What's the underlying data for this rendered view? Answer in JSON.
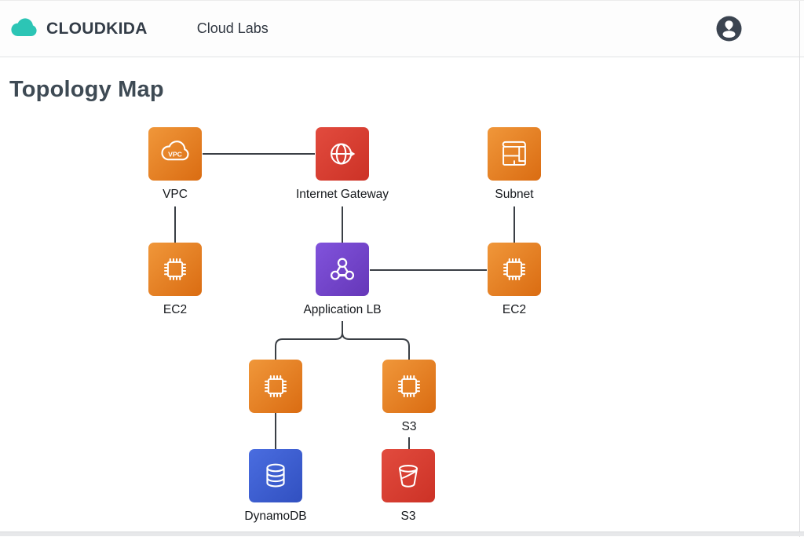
{
  "header": {
    "brand": "CLOUDKIDA",
    "nav_label": "Cloud Labs",
    "logo_color": "#2cc5b5",
    "avatar_color": "#3b4450"
  },
  "page": {
    "title": "Topology Map"
  },
  "theme": {
    "orange": "#e0761d",
    "red": "#d63a2e",
    "purple": "#7446c8",
    "blue": "#3b5ccc",
    "connector": "#3a3f45"
  },
  "diagram": {
    "vpc_icon_text": "VPC",
    "nodes": [
      {
        "id": "vpc",
        "label": "VPC",
        "icon": "vpc-cloud",
        "color": "orange"
      },
      {
        "id": "internet-gateway",
        "label": "Internet Gateway",
        "icon": "globe-arrow",
        "color": "red"
      },
      {
        "id": "subnet",
        "label": "Subnet",
        "icon": "subnet-grid",
        "color": "orange"
      },
      {
        "id": "ec2-left",
        "label": "EC2",
        "icon": "chip",
        "color": "orange"
      },
      {
        "id": "application-lb",
        "label": "Application LB",
        "icon": "network-nodes",
        "color": "purple"
      },
      {
        "id": "ec2-right",
        "label": "EC2",
        "icon": "chip",
        "color": "orange"
      },
      {
        "id": "ec2-mid",
        "label": "",
        "icon": "chip",
        "color": "orange"
      },
      {
        "id": "s3-instance",
        "label": "S3",
        "icon": "chip",
        "color": "orange"
      },
      {
        "id": "dynamodb",
        "label": "DynamoDB",
        "icon": "database",
        "color": "blue"
      },
      {
        "id": "s3-bucket",
        "label": "S3",
        "icon": "bucket",
        "color": "red"
      }
    ],
    "edges": [
      {
        "from": "vpc",
        "to": "internet-gateway"
      },
      {
        "from": "vpc",
        "to": "ec2-left"
      },
      {
        "from": "internet-gateway",
        "to": "application-lb"
      },
      {
        "from": "subnet",
        "to": "ec2-right"
      },
      {
        "from": "application-lb",
        "to": "ec2-right"
      },
      {
        "from": "application-lb",
        "to": "ec2-mid"
      },
      {
        "from": "application-lb",
        "to": "s3-instance"
      },
      {
        "from": "ec2-mid",
        "to": "dynamodb"
      },
      {
        "from": "s3-instance",
        "to": "s3-bucket"
      }
    ]
  }
}
